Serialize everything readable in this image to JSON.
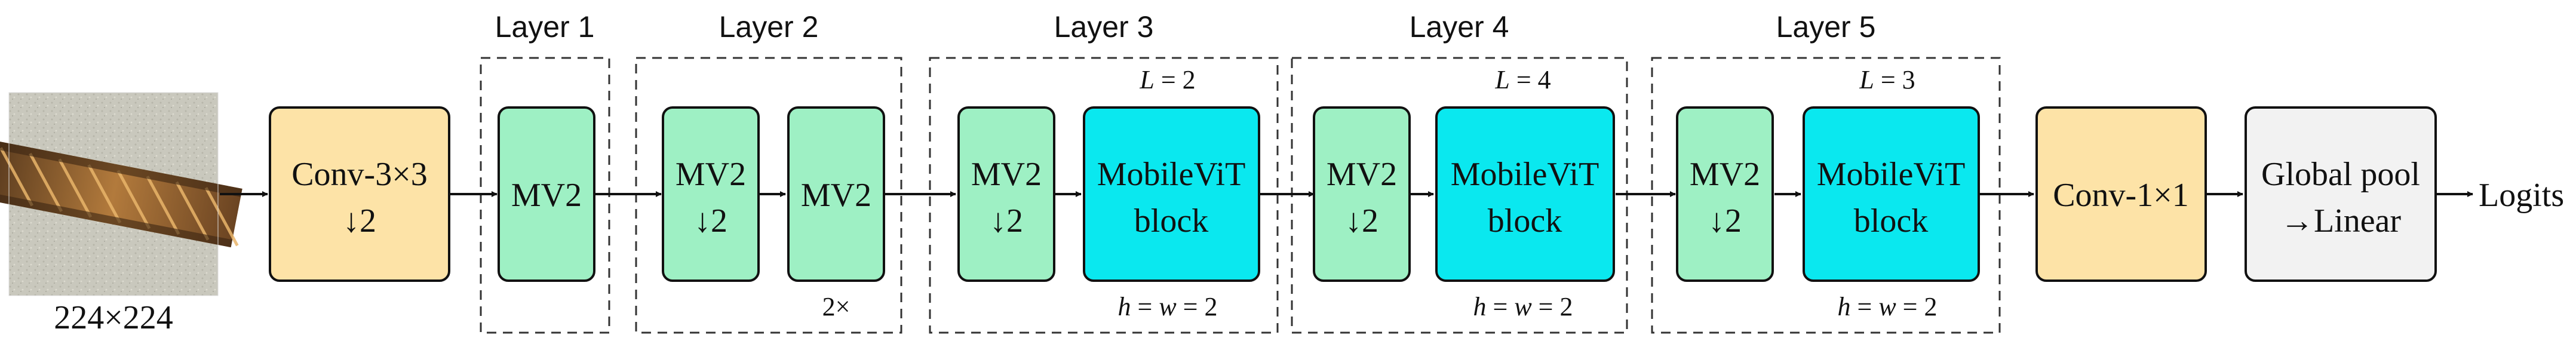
{
  "input": {
    "size_label": "224×224"
  },
  "stem": {
    "line1": "Conv-3×3",
    "line2": "↓2"
  },
  "layers": [
    {
      "title": "Layer 1",
      "blocks": [
        {
          "lines": [
            "MV2"
          ]
        }
      ]
    },
    {
      "title": "Layer 2",
      "blocks": [
        {
          "lines": [
            "MV2",
            "↓2"
          ]
        },
        {
          "lines": [
            "MV2"
          ]
        }
      ],
      "repeat": "2×"
    },
    {
      "title": "Layer 3",
      "blocks": [
        {
          "lines": [
            "MV2",
            "↓2"
          ]
        },
        {
          "lines": [
            "MobileViT",
            "block"
          ]
        }
      ],
      "L": {
        "sym": "L",
        "val": "2"
      },
      "hw": {
        "h": "h",
        "w": "w",
        "val": "2"
      }
    },
    {
      "title": "Layer 4",
      "blocks": [
        {
          "lines": [
            "MV2",
            "↓2"
          ]
        },
        {
          "lines": [
            "MobileViT",
            "block"
          ]
        }
      ],
      "L": {
        "sym": "L",
        "val": "4"
      },
      "hw": {
        "h": "h",
        "w": "w",
        "val": "2"
      }
    },
    {
      "title": "Layer 5",
      "blocks": [
        {
          "lines": [
            "MV2",
            "↓2"
          ]
        },
        {
          "lines": [
            "MobileViT",
            "block"
          ]
        }
      ],
      "L": {
        "sym": "L",
        "val": "3"
      },
      "hw": {
        "h": "h",
        "w": "w",
        "val": "2"
      }
    }
  ],
  "head_conv": {
    "label": "Conv-1×1"
  },
  "pool": {
    "line1": "Global pool",
    "line2": "→Linear"
  },
  "output": {
    "label": "Logits"
  },
  "colors": {
    "conv": "#fde3a7",
    "mv2": "#9ef0c4",
    "mobilevit": "#0ae8ef",
    "pool": "#f2f2f2",
    "stroke": "#111111"
  }
}
